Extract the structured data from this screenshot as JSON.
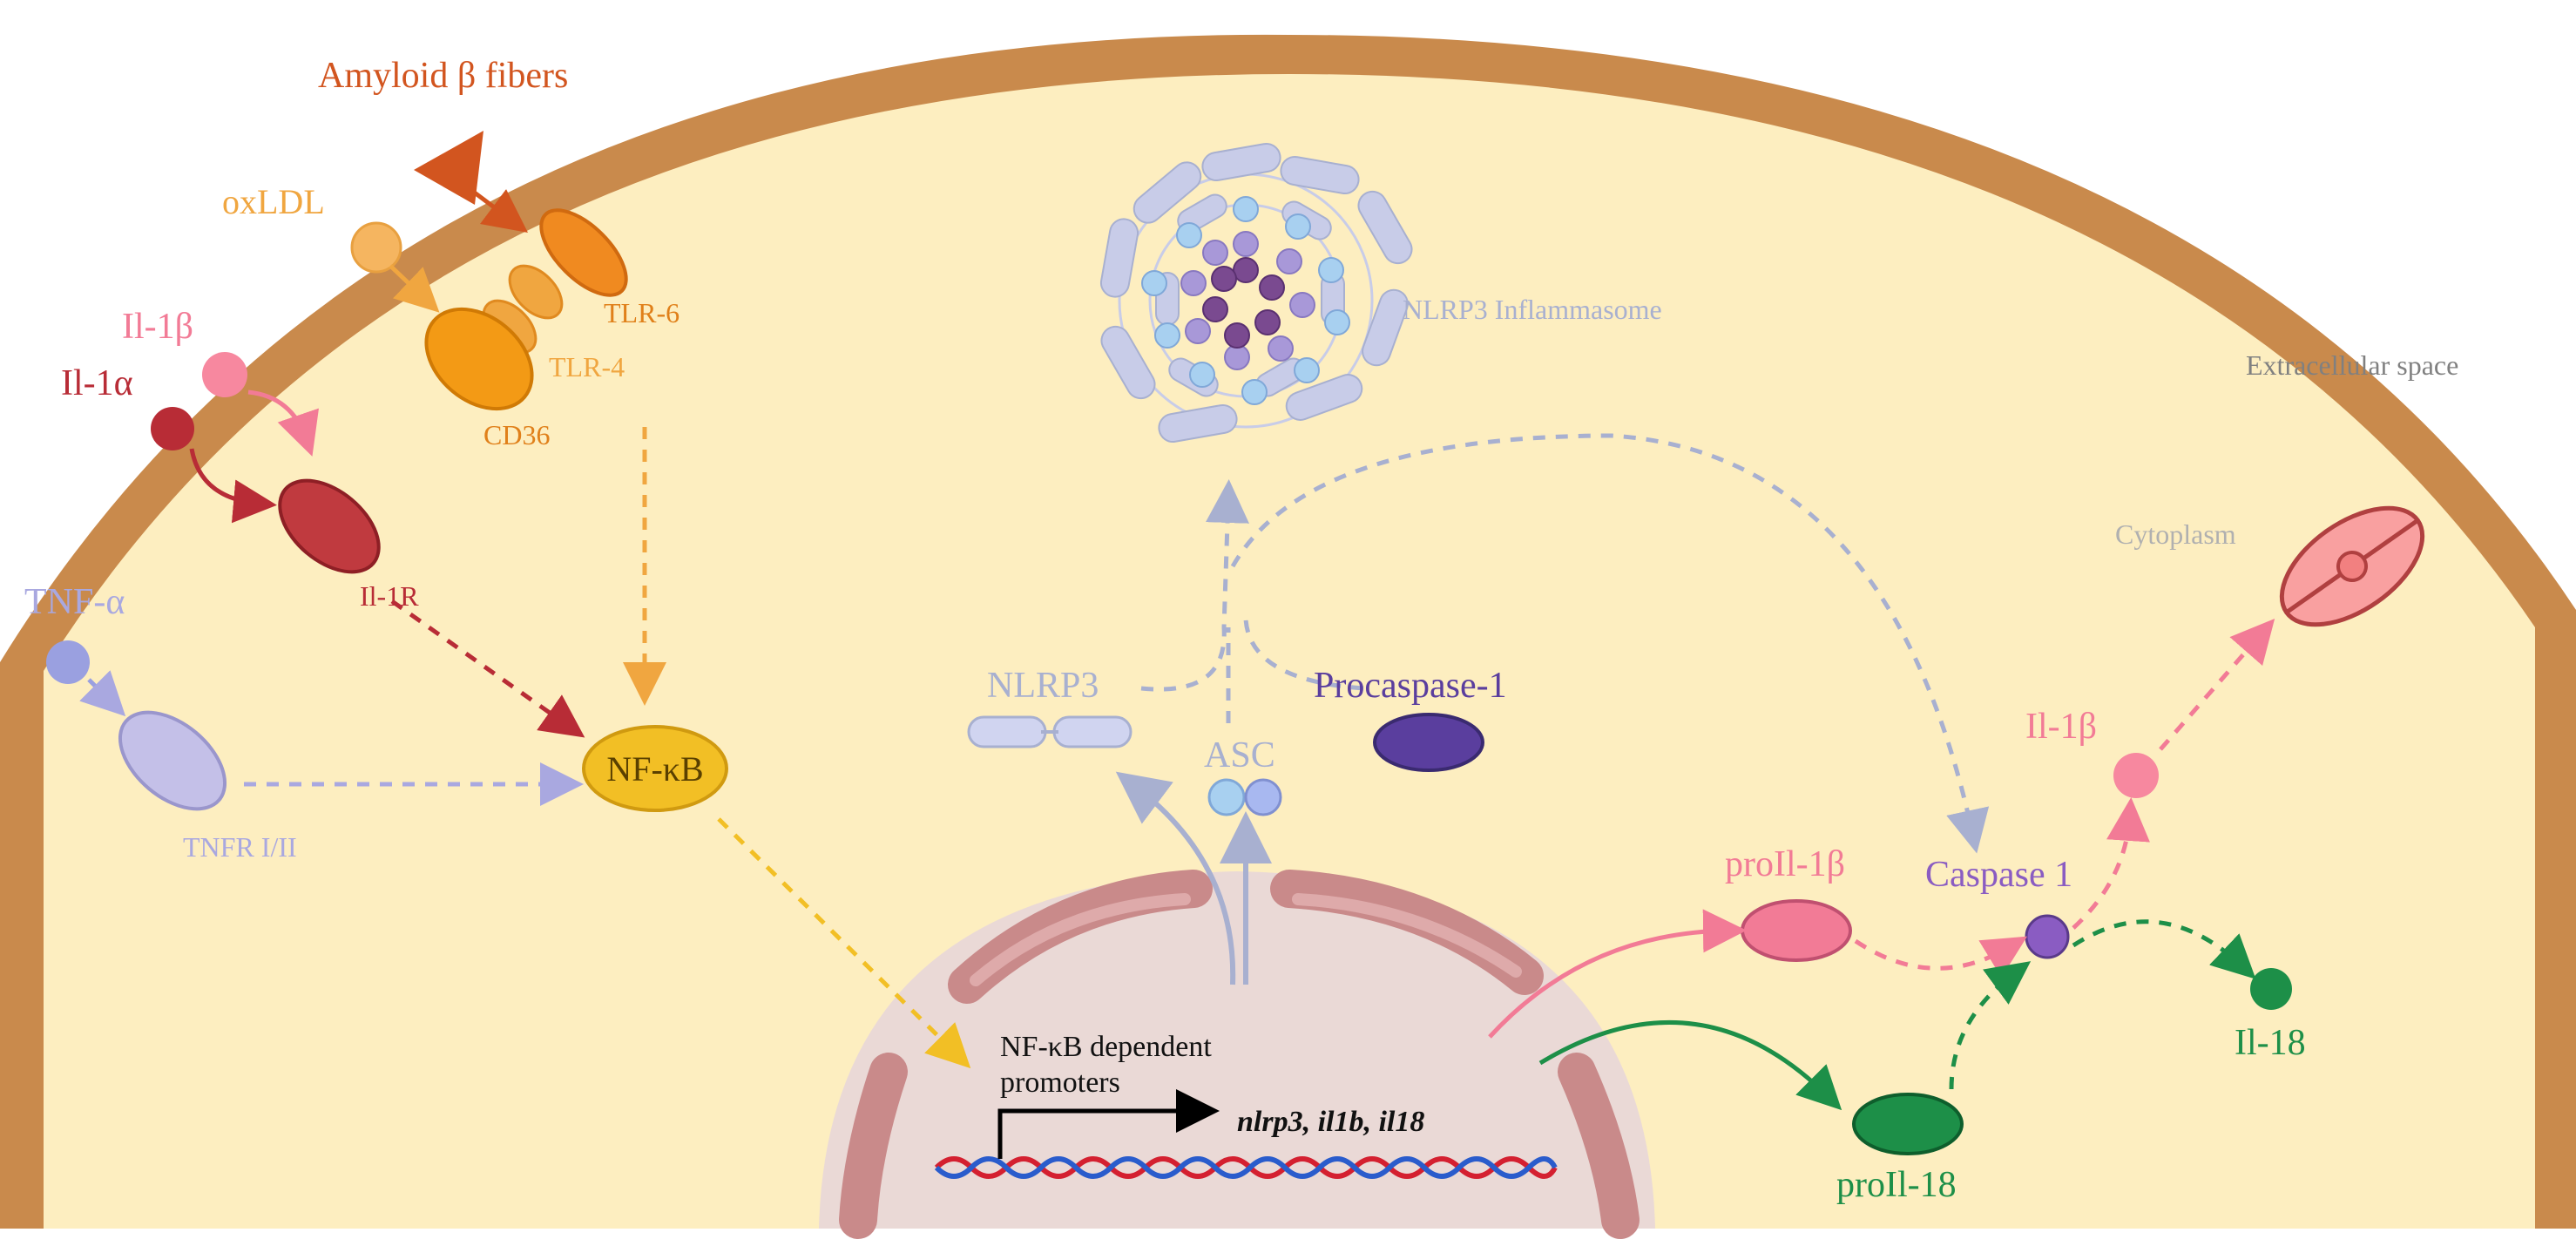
{
  "labels": {
    "amyloid": "Amyloid β fibers",
    "oxldl": "oxLDL",
    "il1b_ext": "Il-1β",
    "il1a_ext": "Il-1α",
    "tnfa": "TNF-α",
    "tlr6": "TLR-6",
    "tlr4": "TLR-4",
    "cd36": "CD36",
    "il1r": "Il-1R",
    "tnfr": "TNFR I/II",
    "nfkb": "NF-κB",
    "inflammasome": "NLRP3 Inflammasome",
    "extracellular": "Extracellular space",
    "cytoplasm": "Cytoplasm",
    "nlrp3": "NLRP3",
    "asc": "ASC",
    "procaspase": "Procaspase-1",
    "nfkb_promoters_1": "NF-κB dependent",
    "nfkb_promoters_2": "promoters",
    "genes": "nlrp3, il1b, il18",
    "proil1b": "proIl-1β",
    "caspase1": "Caspase 1",
    "il1b_int": "Il-1β",
    "il18": "Il-18",
    "proil18": "proIl-18"
  },
  "colors": {
    "membrane": "#c98a4c",
    "cytoplasm": "#fdeec0",
    "nucleus": "#ead9d6",
    "nuclear_envelope": "#c98a8a",
    "amyloid": "#d2551f",
    "oxldl": "#f0a640",
    "tlr": "#f08a20",
    "il1b": "#f27b96",
    "il1a": "#b82c36",
    "tnf": "#a9a8e0",
    "nfkb": "#f2bf25",
    "nlrp3_grey": "#a8b0d0",
    "procaspase": "#5a3e9e",
    "caspase": "#8a5cc2",
    "il18": "#1d8f48"
  }
}
